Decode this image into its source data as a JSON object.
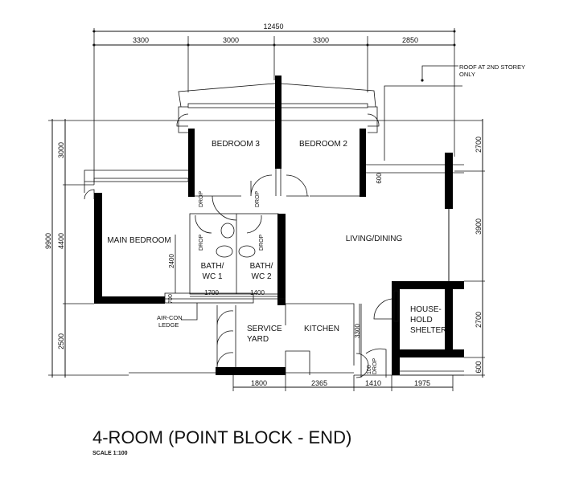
{
  "title": "4-ROOM (POINT BLOCK - END)",
  "scale": "SCALE  1:100",
  "rooms": {
    "bedroom3": "BEDROOM 3",
    "bedroom2": "BEDROOM 2",
    "main_bedroom": "MAIN  BEDROOM",
    "living_dining": "LIVING/DINING",
    "bath1_l1": "BATH/",
    "bath1_l2": "WC 1",
    "bath2_l1": "BATH/",
    "bath2_l2": "WC 2",
    "service_yard_l1": "SERVICE",
    "service_yard_l2": "YARD",
    "kitchen": "KITCHEN",
    "shelter_l1": "HOUSE-",
    "shelter_l2": "HOLD",
    "shelter_l3": "SHELTER"
  },
  "notes": {
    "roof_l1": "ROOF AT 2ND STOREY",
    "roof_l2": "ONLY",
    "aircon_l1": "AIR-CON",
    "aircon_l2": "LEDGE",
    "drop": "DROP"
  },
  "dimensions": {
    "top_total": "12450",
    "top": [
      "3300",
      "3000",
      "3300",
      "2850"
    ],
    "left_total": "9900",
    "left": [
      "3000",
      "4400",
      "2500"
    ],
    "right": [
      "2700",
      "3900",
      "2700",
      "600"
    ],
    "inner_600": "600",
    "bath_height": "2400",
    "bath_w1": "1700",
    "bath_w2": "1400",
    "ledge": "700",
    "kitchen_depth": "3300",
    "drop_100": "100",
    "bottom": [
      "1800",
      "2365",
      "1410",
      "1975"
    ]
  }
}
